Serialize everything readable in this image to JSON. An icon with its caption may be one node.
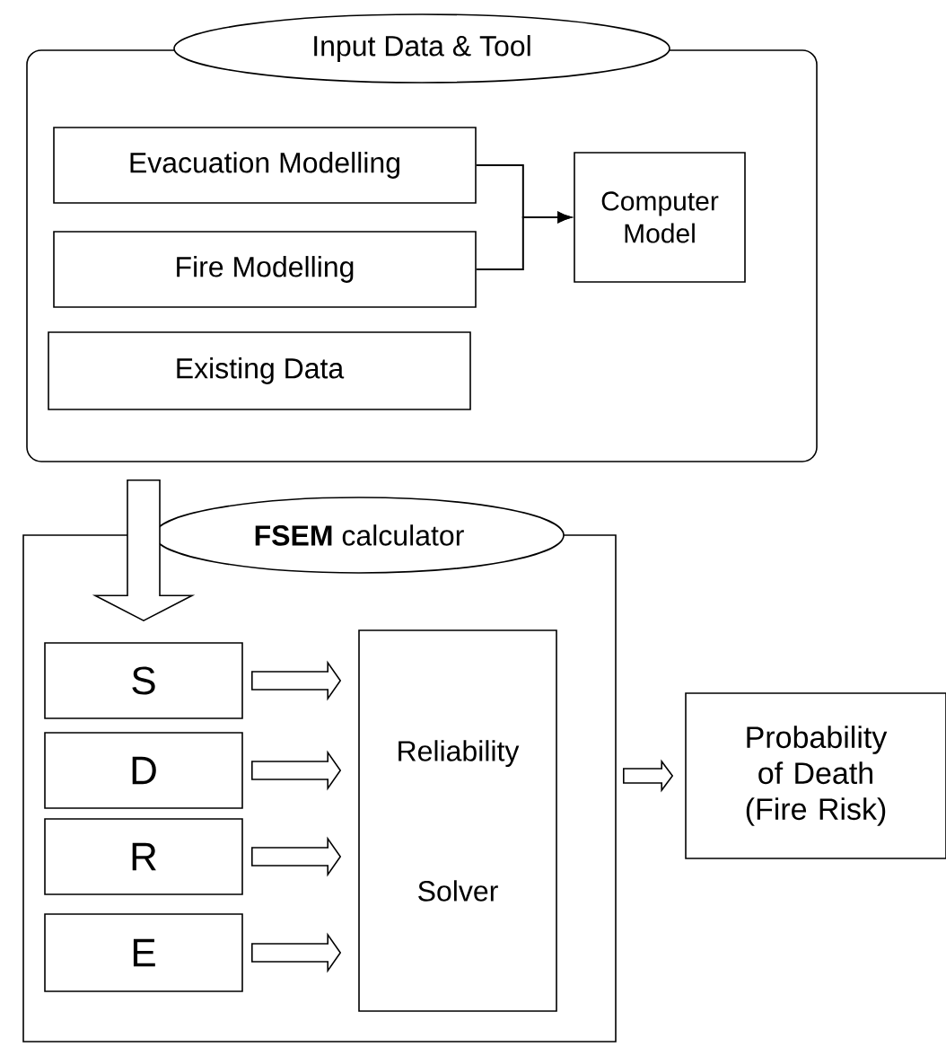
{
  "diagram": {
    "nodes": [
      {
        "text": [
          "Input Data & Tool"
        ]
      },
      {
        "text": [
          "Evacuation Modelling"
        ],
        "in": 0
      },
      {
        "text": [
          "Fire Modelling"
        ],
        "in": 0
      },
      {
        "text": [
          "Computer Model"
        ],
        "in": 0
      },
      {
        "text": [
          "Existing Data"
        ],
        "in": 0
      },
      {
        "text": [
          "**FSEM** calculator"
        ]
      },
      {
        "text": [
          "S"
        ],
        "in": 5
      },
      {
        "text": [
          "D"
        ],
        "in": 5
      },
      {
        "text": [
          "R"
        ],
        "in": 5
      },
      {
        "text": [
          "E"
        ],
        "in": 5
      },
      {
        "text": [
          "Reliability Solver"
        ],
        "in": 5
      },
      {
        "text": [
          "Probability of Death (Fire Risk)"
        ]
      }
    ],
    "edges": [
      {
        "from": 1,
        "to": 3,
        "arrow": "to"
      },
      {
        "from": 2,
        "to": 3,
        "arrow": "to"
      },
      {
        "from": 0,
        "to": 6,
        "arrow": "to",
        "style": "thick"
      },
      {
        "from": 6,
        "to": 10,
        "arrow": "to",
        "style": "thick"
      },
      {
        "from": 7,
        "to": 10,
        "arrow": "to",
        "style": "thick"
      },
      {
        "from": 8,
        "to": 10,
        "arrow": "to",
        "style": "thick"
      },
      {
        "from": 9,
        "to": 10,
        "arrow": "to",
        "style": "thick"
      },
      {
        "from": 5,
        "to": 11,
        "arrow": "to",
        "style": "thick"
      }
    ]
  }
}
